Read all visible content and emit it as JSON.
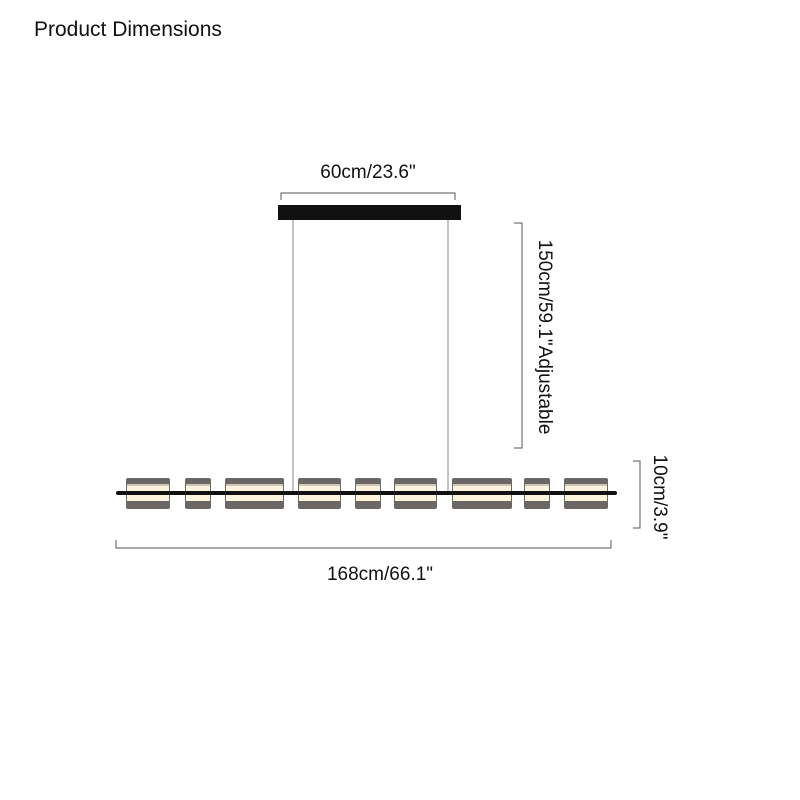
{
  "title": "Product Dimensions",
  "dimensions": {
    "canopy_width": "60cm/23.6\"",
    "height": "150cm/59.1\"Adjustable",
    "shade_height": "10cm/3.9\"",
    "length": "168cm/66.1\""
  },
  "colors": {
    "fixture": "#111111",
    "shade": "#6b6764",
    "glow": "#fdf3dc",
    "dimension_line": "#555555"
  }
}
